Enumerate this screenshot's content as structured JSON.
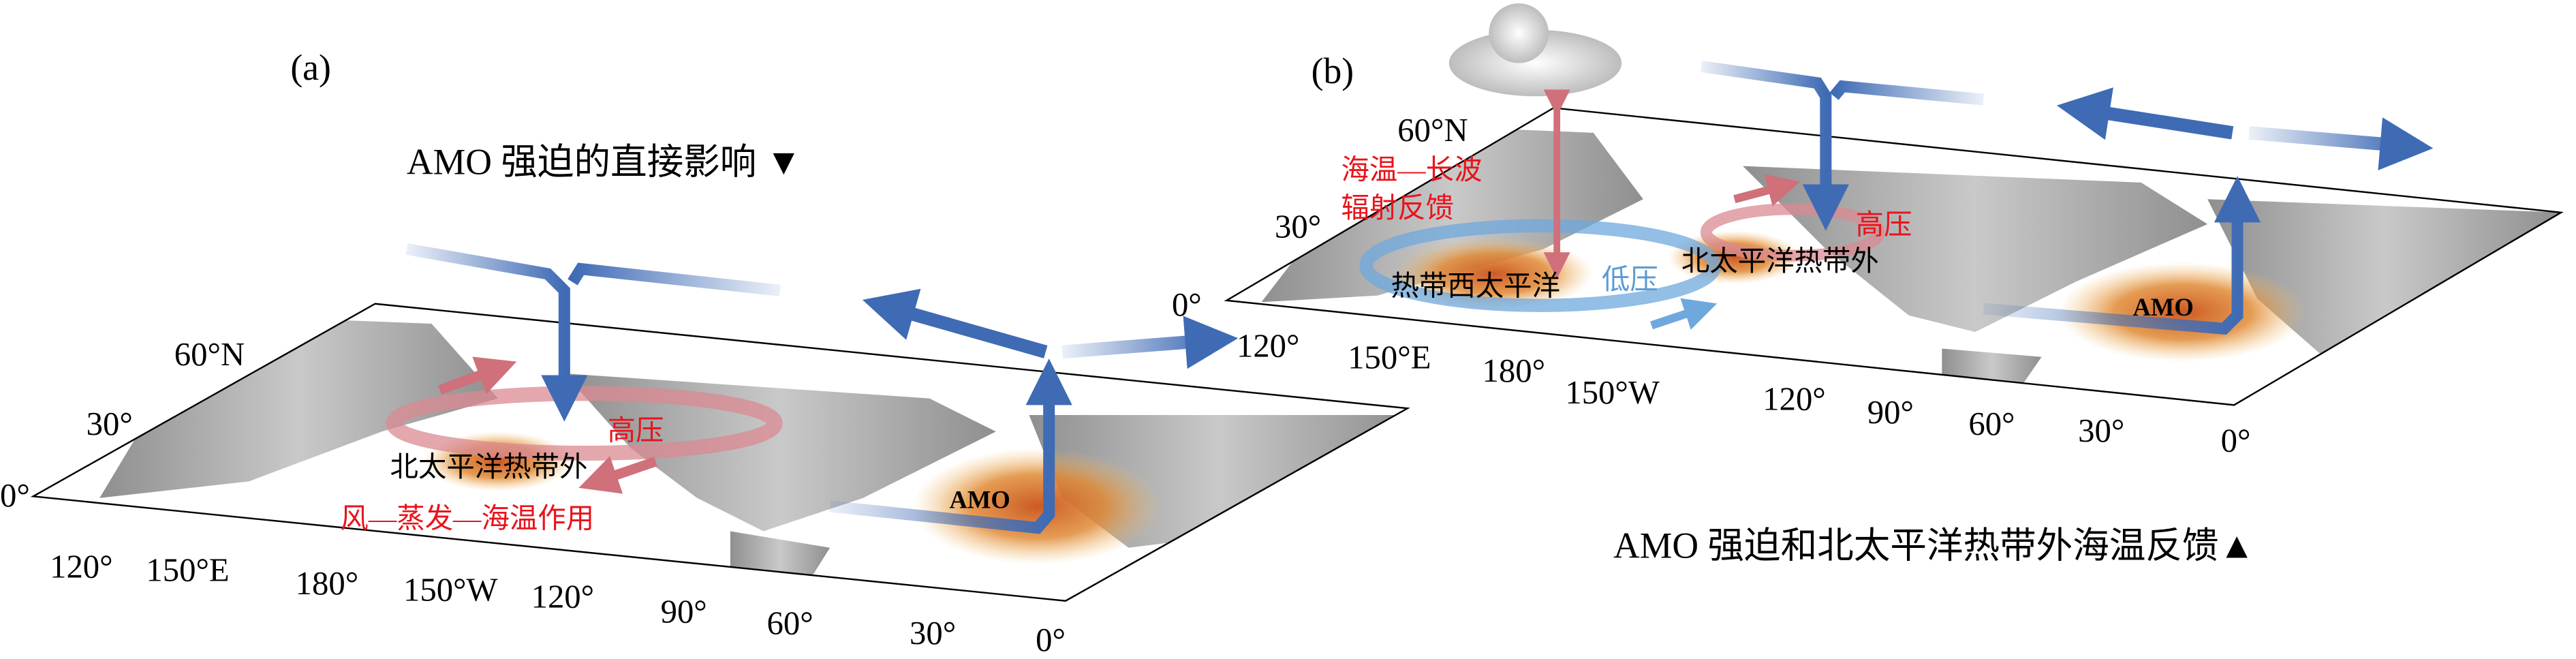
{
  "panel_a": {
    "label": "(a)",
    "title": "AMO 强迫的直接影响 ▼",
    "lat_ticks": [
      "60°N",
      "30°",
      "0°"
    ],
    "lon_ticks": [
      "120°",
      "150°E",
      "180°",
      "150°W",
      "120°",
      "90°",
      "60°",
      "30°",
      "0°"
    ],
    "high_pressure": "高压",
    "region": "北太平洋热带外",
    "mechanism": "风—蒸发—海温作用",
    "amo": "AMO"
  },
  "panel_b": {
    "label": "(b)",
    "title": "AMO 强迫和北太平洋热带外海温反馈▲",
    "lat_ticks": [
      "60°N",
      "30°",
      "0°"
    ],
    "lon_ticks": [
      "120°",
      "150°E",
      "180°",
      "150°W",
      "120°",
      "90°",
      "60°",
      "30°",
      "0°"
    ],
    "feedback_line1": "海温—长波",
    "feedback_line2": "辐射反馈",
    "wp_region": "热带西太平洋",
    "low_pressure": "低压",
    "high_pressure": "高压",
    "region": "北太平洋热带外",
    "amo": "AMO"
  },
  "colors": {
    "blue_arrow": "#3f6bb5",
    "red_text": "#e8141c",
    "low_blue": "#5b9bd5",
    "ring_red": "#d98a92",
    "warm": "#d8692a"
  }
}
